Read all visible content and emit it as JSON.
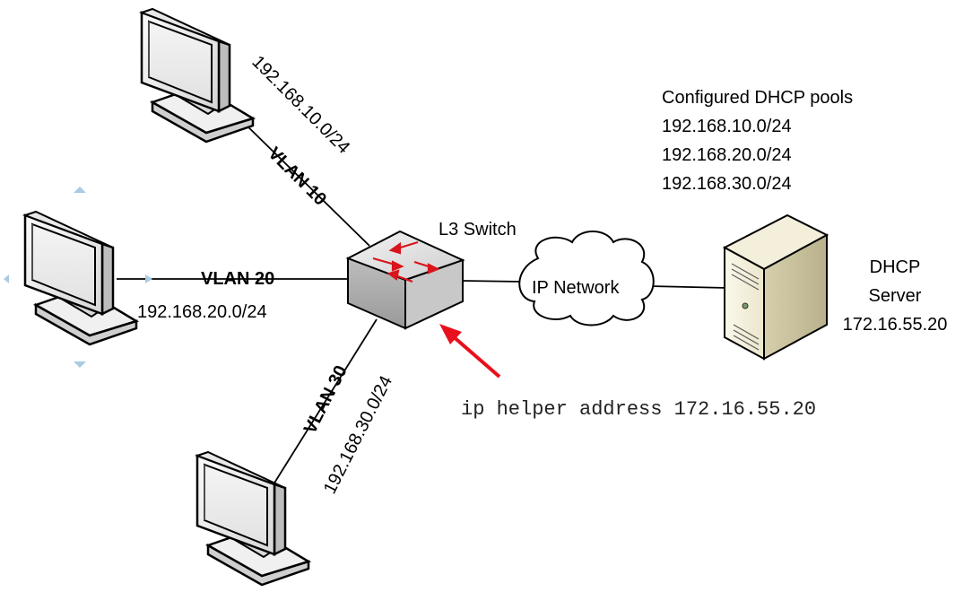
{
  "switch_label": "L3 Switch",
  "cloud_label": "IP Network",
  "vlans": {
    "vlan10": {
      "name": "VLAN 10",
      "subnet": "192.168.10.0/24"
    },
    "vlan20": {
      "name": "VLAN 20",
      "subnet": "192.168.20.0/24"
    },
    "vlan30": {
      "name": "VLAN 30",
      "subnet": "192.168.30.0/24"
    }
  },
  "dhcp_pools": {
    "heading": "Configured DHCP pools",
    "pools": [
      "192.168.10.0/24",
      "192.168.20.0/24",
      "192.168.30.0/24"
    ]
  },
  "server": {
    "line1": "DHCP",
    "line2": "Server",
    "ip": "172.16.55.20"
  },
  "helper_command": "ip helper address 172.16.55.20",
  "colors": {
    "arrow": "#e8101c",
    "switch_arrows": "#d8141c"
  }
}
